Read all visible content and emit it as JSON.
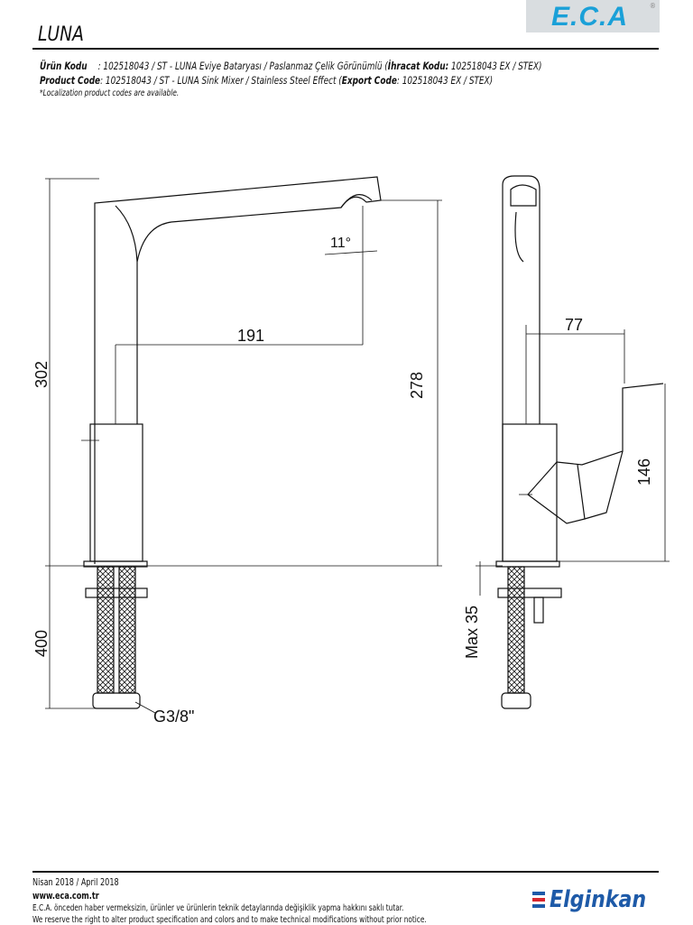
{
  "header": {
    "logo_text": "E.C.A",
    "registered": "®",
    "title": "LUNA"
  },
  "info": {
    "tr_label": "Ürün Kodu",
    "tr_text": ": 102518043 / ST - LUNA Eviye Bataryası / Paslanmaz Çelik Görünümlü (",
    "tr_export_label": "İhracat Kodu:",
    "tr_export": " 102518043 EX / STEX)",
    "en_label": "Product Code",
    "en_text": ": 102518043 / ST - LUNA Sink Mixer / Stainless Steel Effect (",
    "en_export_label": "Export Code",
    "en_export": ": 102518043 EX / STEX)",
    "note": "*Localization product codes are available."
  },
  "drawing": {
    "dim_302": "302",
    "dim_400": "400",
    "dim_191": "191",
    "dim_278": "278",
    "angle": "11°",
    "thread": "G3/8\"",
    "dim_77": "77",
    "dim_146": "146",
    "max_35": "Max 35"
  },
  "footer": {
    "date": "Nisan 2018 / April 2018",
    "url": "www.eca.com.tr",
    "tr_notice": "E.C.A. önceden haber vermeksizin, ürünler ve ürünlerin teknik detaylarında değişiklik yapma hakkını saklı tutar.",
    "en_notice": "We reserve the right to alter product specification and colors and to make technical modifications without prior notice.",
    "brand": "Elginkan"
  },
  "colors": {
    "eca_blue": "#1aa0d8",
    "elginkan_blue": "#1e5aa8",
    "elginkan_red": "#d7262e"
  }
}
